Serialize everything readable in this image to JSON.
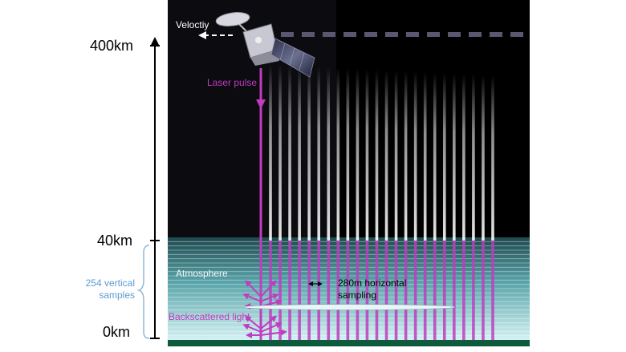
{
  "axis": {
    "labels": [
      "400km",
      "40km",
      "0km"
    ]
  },
  "annotations": {
    "velocity": "Veloctiy",
    "laser_pulse": "Laser pulse",
    "atmosphere": "Atmosphere",
    "horizontal_sampling_line1": "280m horizontal",
    "horizontal_sampling_line2": "sampling",
    "backscattered": "Backscattered light",
    "vertical_samples_line1": "254 vertical",
    "vertical_samples_line2": "samples"
  },
  "colors": {
    "space": "#000000",
    "atmosphere_top": "#1e4a4e",
    "atmosphere_bottom": "#cfeef0",
    "ground": "#0d5a3c",
    "laser": "#c03cc0",
    "velocity_arrow": "#ffffff",
    "side_bracket": "#8fb9d9"
  },
  "icons": [
    "satellite-icon",
    "velocity-arrow-icon",
    "laser-beam-icon",
    "backscatter-arrows-icon",
    "double-arrow-icon"
  ],
  "counts": {
    "laser_shots": 24,
    "atmosphere_layers": 24
  }
}
